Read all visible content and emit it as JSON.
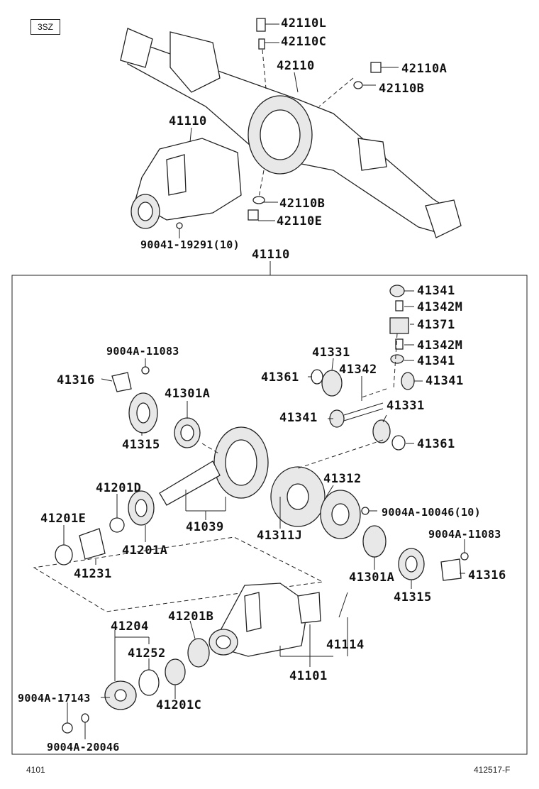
{
  "header": {
    "model_badge": "3SZ",
    "top_label": "41110"
  },
  "footer": {
    "left_code": "4101",
    "right_code": "412517-F"
  },
  "upper": {
    "l_42110L": "42110L",
    "l_42110C": "42110C",
    "l_42110": "42110",
    "l_42110A": "42110A",
    "l_42110B_top": "42110B",
    "l_41110": "41110",
    "l_42110B_bot": "42110B",
    "l_42110E": "42110E",
    "l_90041": "90041-19291(10)"
  },
  "lower": {
    "l_41341_a": "41341",
    "l_41342M_a": "41342M",
    "l_41371": "41371",
    "l_41342M_b": "41342M",
    "l_41341_b": "41341",
    "l_41341_c": "41341",
    "l_9004A_11083_a": "9004A-11083",
    "l_41331_a": "41331",
    "l_41316_a": "41316",
    "l_41361_a": "41361",
    "l_41342": "41342",
    "l_41301A_a": "41301A",
    "l_41341_d": "41341",
    "l_41331_b": "41331",
    "l_41315_a": "41315",
    "l_41361_b": "41361",
    "l_41312": "41312",
    "l_41201D": "41201D",
    "l_9004A_10046": "9004A-10046(10)",
    "l_41201E": "41201E",
    "l_41039": "41039",
    "l_41311J": "41311J",
    "l_9004A_11083_b": "9004A-11083",
    "l_41201A": "41201A",
    "l_41231": "41231",
    "l_41316_b": "41316",
    "l_41301A_b": "41301A",
    "l_41315_b": "41315",
    "l_41201B": "41201B",
    "l_41204": "41204",
    "l_41114": "41114",
    "l_41252": "41252",
    "l_41101": "41101",
    "l_9004A_17143": "9004A-17143",
    "l_41201C": "41201C",
    "l_9004A_20046": "9004A-20046"
  }
}
